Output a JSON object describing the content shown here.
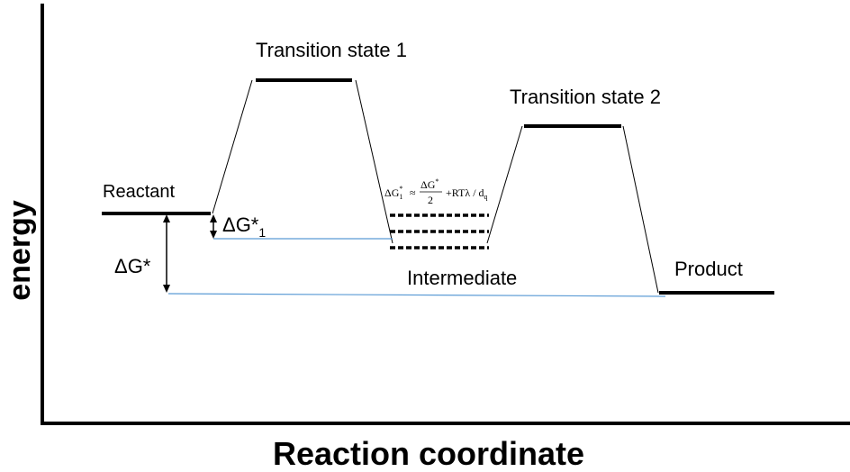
{
  "axes": {
    "y_label": "energy",
    "x_label": "Reaction coordinate"
  },
  "states": {
    "reactant": "Reactant",
    "transition_state_1": "Transition state 1",
    "transition_state_2": "Transition state 2",
    "intermediate": "Intermediate",
    "product": "Product"
  },
  "annotations": {
    "delta_g": "ΔG*",
    "delta_g1_main": "ΔG*",
    "delta_g1_sub": "1"
  },
  "formula": {
    "lhs": "ΔG",
    "lhs_sub": "1",
    "lhs_sup": "*",
    "approx": "≈",
    "numerator": "ΔG",
    "numerator_sup": "*",
    "denominator": "2",
    "tail": "+RTλ / d",
    "tail_sub": "q"
  },
  "colors": {
    "line": "#000000",
    "reference_line": "#5b9bd5"
  }
}
